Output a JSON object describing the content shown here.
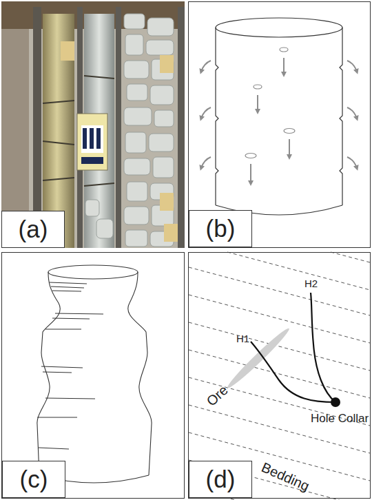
{
  "diagram": {
    "nodes": [
      {
        "text": [
          "(a)"
        ]
      },
      {
        "text": [
          "(b)"
        ]
      },
      {
        "text": [
          "(c)"
        ]
      },
      {
        "text": [
          "(d)"
        ]
      }
    ],
    "labels": [
      "H1",
      "H2",
      "Ore",
      "Hole Collar",
      "Bedding"
    ]
  }
}
